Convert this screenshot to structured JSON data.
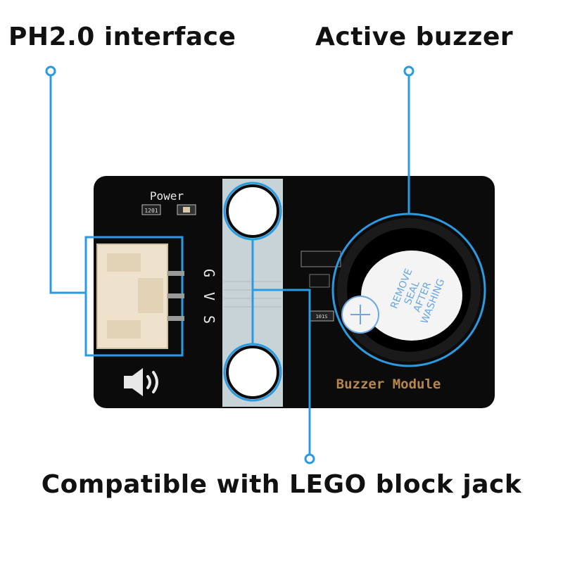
{
  "callouts": {
    "ph_interface": "PH2.0 interface",
    "active_buzzer": "Active buzzer",
    "lego_jack": "Compatible with LEGO block jack"
  },
  "board": {
    "power_label": "Power",
    "pin_labels": [
      "G",
      "V",
      "S"
    ],
    "module_name": "Buzzer Module",
    "buzzer_sticker": [
      "REMOVE",
      "SEAL",
      "AFTER",
      "WASHING"
    ],
    "resistor_code_1": "1201",
    "resistor_code_2": "101S"
  },
  "colors": {
    "pcb": "#0b0b0b",
    "accent_blue": "#2a9be0",
    "gold_text": "#b8864a",
    "lego_strip": "#c8d3d8",
    "sticker_text": "#6aa7e3",
    "connector": "#efe2cc"
  }
}
